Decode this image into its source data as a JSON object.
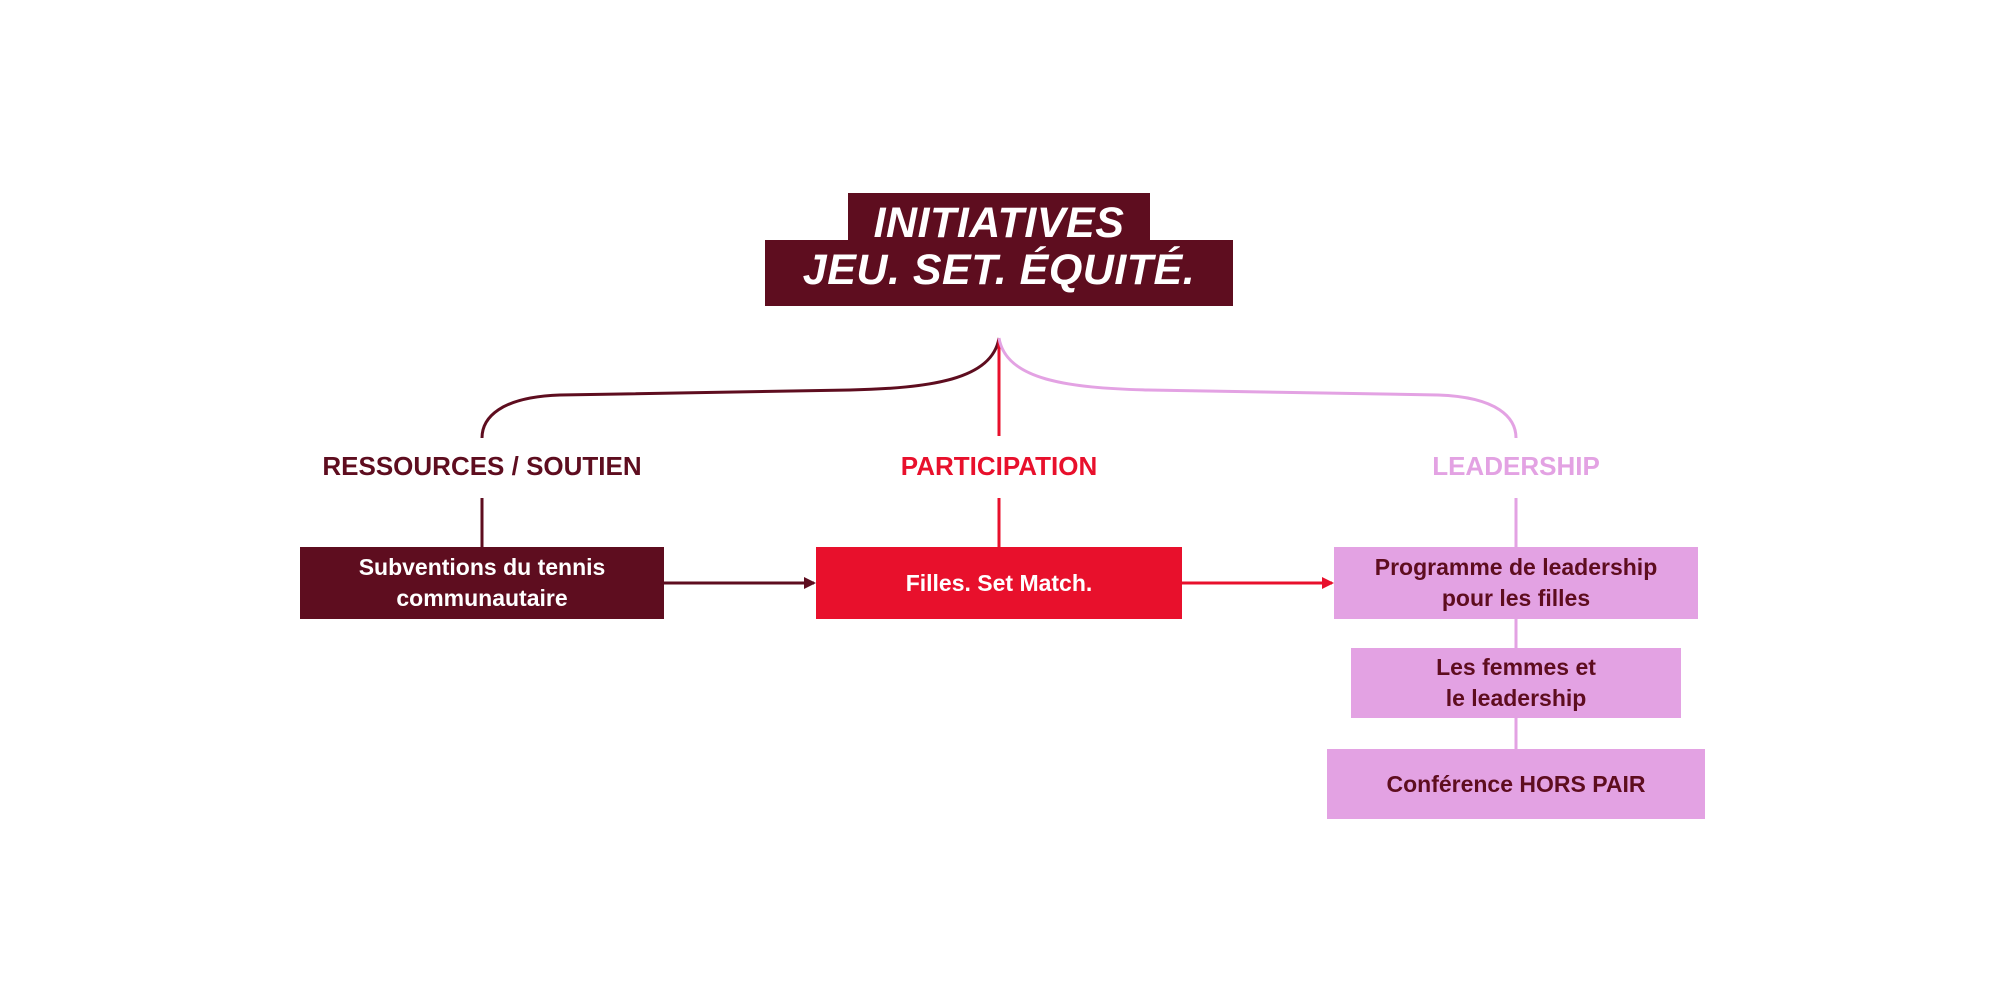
{
  "title": {
    "line1": "INITIATIVES",
    "line2": "JEU. SET. ÉQUITÉ."
  },
  "categories": {
    "resources": "RESSOURCES / SOUTIEN",
    "participation": "PARTICIPATION",
    "leadership": "LEADERSHIP"
  },
  "boxes": {
    "subventions": "Subventions du tennis\ncommunautaire",
    "filles": "Filles. Set Match.",
    "programme": "Programme de leadership\npour les filles",
    "femmes": "Les femmes et\nle leadership",
    "conference": "Conférence HORS PAIR"
  },
  "colors": {
    "maroon": "#5e0d1f",
    "red": "#e8102c",
    "pink": "#e3a2e3",
    "background": "#ffffff"
  }
}
